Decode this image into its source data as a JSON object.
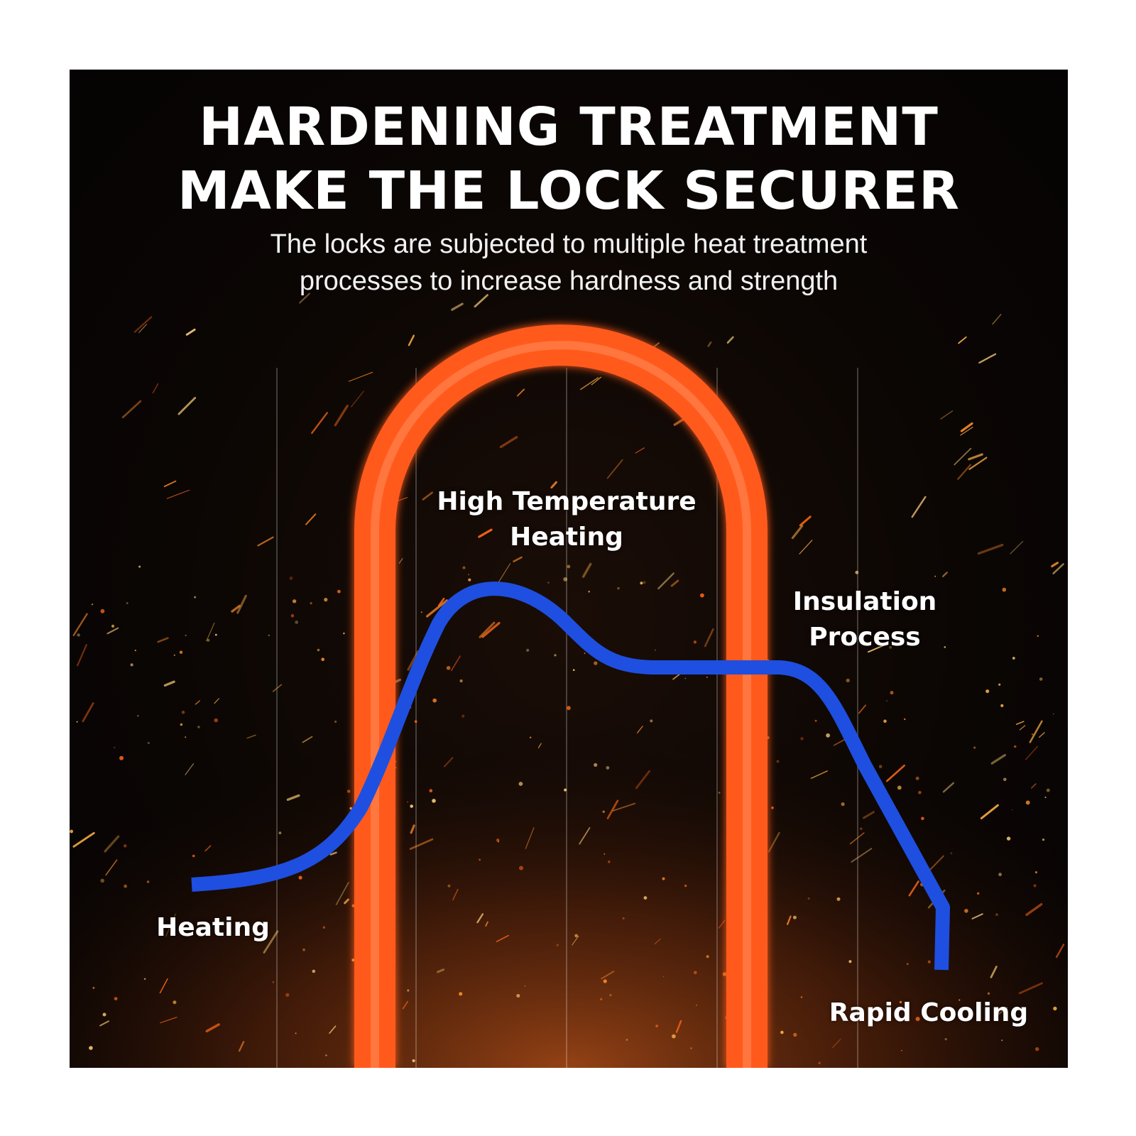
{
  "header": {
    "title_line1": "HARDENING TREATMENT",
    "title_line2": "MAKE THE LOCK SECURER",
    "subtitle_line1": "The locks are subjected to multiple heat treatment",
    "subtitle_line2": "processes to increase hardness and strength"
  },
  "stages": {
    "heating": "Heating",
    "high_temp_line1": "High Temperature",
    "high_temp_line2": "Heating",
    "insulation_line1": "Insulation",
    "insulation_line2": "Process",
    "rapid_cooling": "Rapid Cooling"
  },
  "colors": {
    "shackle": "#ff5a1f",
    "curve_hot": "#e8241a",
    "curve_warm": "#ff8a2a",
    "curve_cold": "#1f4fe0",
    "background": "#0b0604"
  }
}
